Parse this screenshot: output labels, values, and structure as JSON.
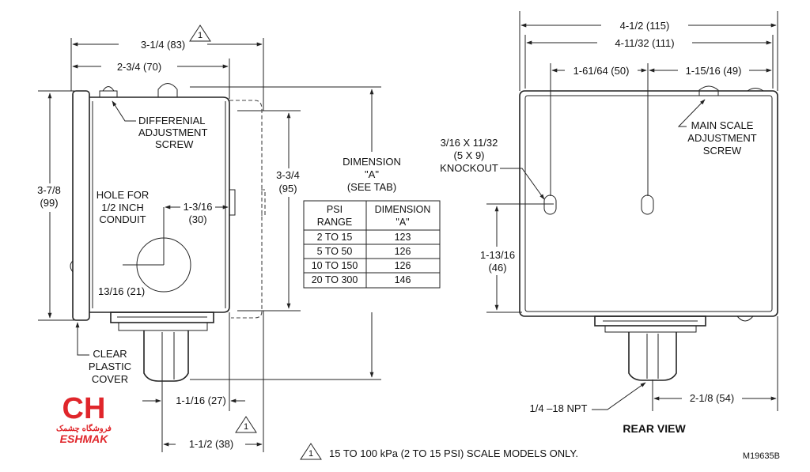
{
  "side_view": {
    "dim_width_total": "3-1/4 (83)",
    "note_marker_top": "1",
    "dim_width_body": "2-3/4 (70)",
    "dim_height_total_line1": "3-7/8",
    "dim_height_total_line2": "(99)",
    "dim_height_body_line1": "3-3/4",
    "dim_height_body_line2": "(95)",
    "label_diff_line1": "DIFFERENIAL",
    "label_diff_line2": "ADJUSTMENT",
    "label_diff_line3": "SCREW",
    "label_hole_line1": "HOLE FOR",
    "label_hole_line2": "1/2 INCH",
    "label_hole_line3": "CONDUIT",
    "dim_hole_offset_line1": "1-3/16",
    "dim_hole_offset_line2": "(30)",
    "dim_hole_dia": "13/16 (21)",
    "label_cover_line1": "CLEAR",
    "label_cover_line2": "PLASTIC",
    "label_cover_line3": "COVER",
    "dim_fitting_1": "1-1/16 (27)",
    "dim_fitting_2": "1-1/2 (38)",
    "note_marker_bottom": "1"
  },
  "dimension_a": {
    "line1": "DIMENSION",
    "line2": "\"A\"",
    "line3": "(SEE TAB)"
  },
  "table": {
    "headers": [
      [
        "PSI",
        "RANGE"
      ],
      [
        "DIMENSION",
        "\"A\""
      ]
    ],
    "rows": [
      [
        "2 TO 15",
        "123"
      ],
      [
        "5 TO 50",
        "126"
      ],
      [
        "10 TO 150",
        "126"
      ],
      [
        "20 TO 300",
        "146"
      ]
    ]
  },
  "rear_view": {
    "dim_width_total": "4-1/2 (115)",
    "dim_width_inner": "4-11/32 (111)",
    "dim_knockout_left": "1-61/64 (50)",
    "dim_knockout_right": "1-15/16 (49)",
    "label_main_line1": "MAIN SCALE",
    "label_main_line2": "ADJUSTMENT",
    "label_main_line3": "SCREW",
    "label_knock_line1": "3/16 X 11/32",
    "label_knock_line2": "(5 X 9)",
    "label_knock_line3": "KNOCKOUT",
    "dim_knock_height_line1": "1-13/16",
    "dim_knock_height_line2": "(46)",
    "label_npt": "1/4 –18 NPT",
    "dim_fitting_offset": "2-1/8 (54)",
    "title": "REAR VIEW"
  },
  "footnote": {
    "marker": "1",
    "text": "15 TO 100 kPa (2 TO 15 PSI) SCALE MODELS ONLY."
  },
  "drawing_code": "M19635B",
  "logo": {
    "letters": "CH",
    "persian": "فروشگاه چشمک",
    "latin": "ESHMAK",
    "brand_color": "#e0262b"
  }
}
